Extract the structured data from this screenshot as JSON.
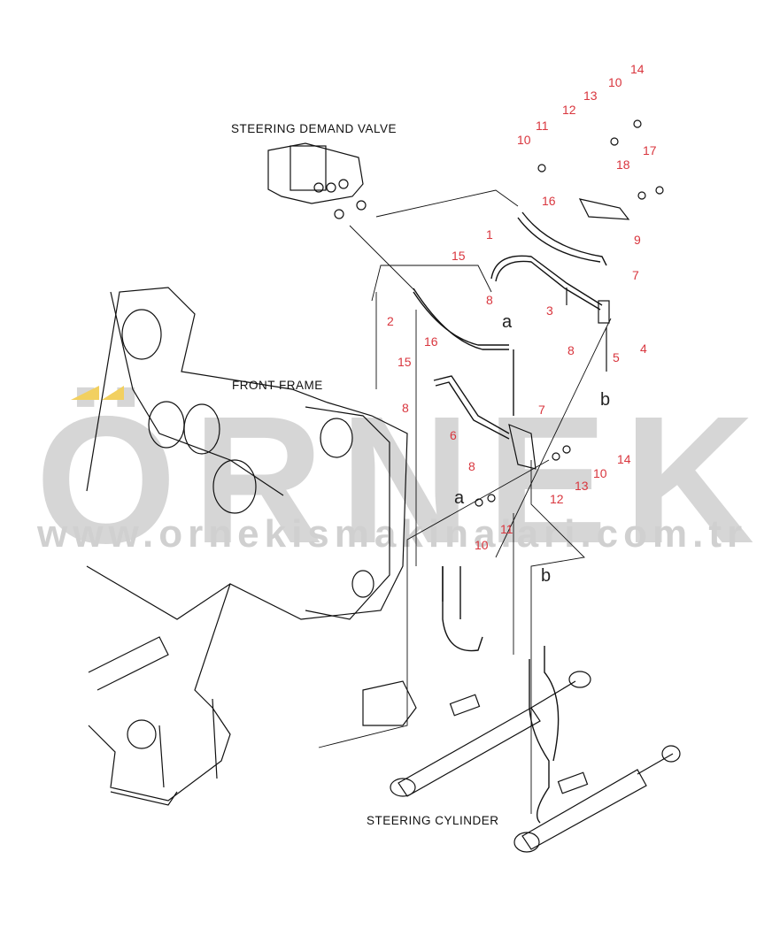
{
  "watermark": {
    "brand": "ÖRNEK",
    "url": "www.ornekismakinalari.com.tr",
    "brand_color": "#d6d6d6",
    "accent_color": "#f2d060"
  },
  "titles": {
    "valve": "STEERING DEMAND VALVE",
    "frame": "FRONT FRAME",
    "cylinder": "STEERING CYLINDER"
  },
  "label_color": "#d9363e",
  "part_labels": [
    "14",
    "10",
    "13",
    "12",
    "11",
    "10",
    "17",
    "18",
    "16",
    "1",
    "9",
    "15",
    "7",
    "3",
    "8",
    "2",
    "4",
    "5",
    "8",
    "16",
    "15",
    "8",
    "7",
    "6",
    "14",
    "13",
    "10",
    "8",
    "12",
    "11",
    "10"
  ],
  "view_letters": [
    "a",
    "b",
    "a",
    "b"
  ]
}
